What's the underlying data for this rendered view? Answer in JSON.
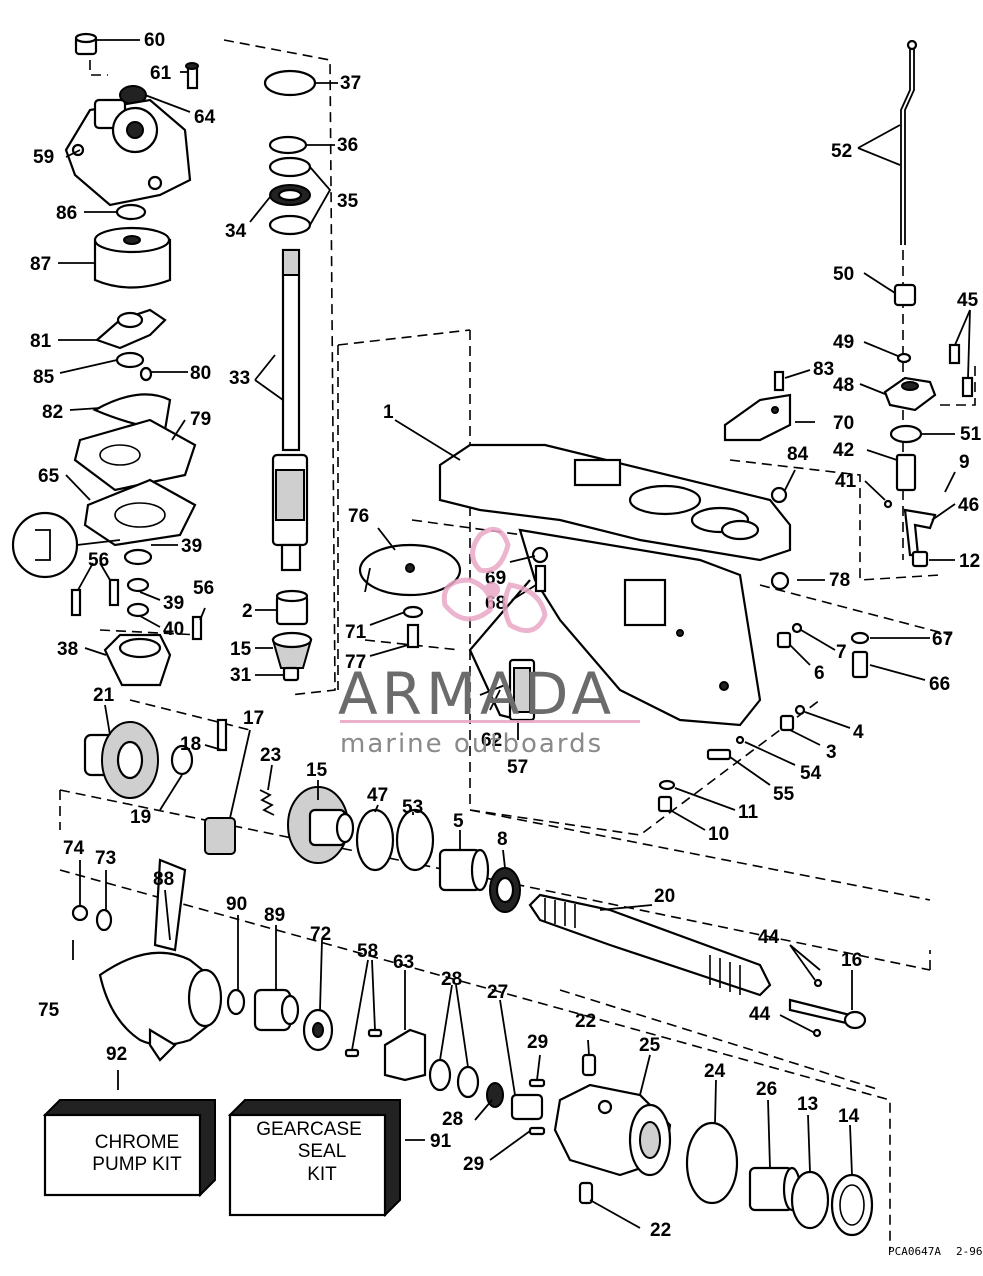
{
  "labels": {
    "l1": "1",
    "l2": "2",
    "l3": "3",
    "l4": "4",
    "l5": "5",
    "l6": "6",
    "l7": "7",
    "l8": "8",
    "l9": "9",
    "l10": "10",
    "l11": "11",
    "l12": "12",
    "l13": "13",
    "l14": "14",
    "l15a": "15",
    "l15b": "15",
    "l16": "16",
    "l17": "17",
    "l18": "18",
    "l19": "19",
    "l20": "20",
    "l21": "21",
    "l22a": "22",
    "l22b": "22",
    "l23": "23",
    "l24": "24",
    "l25": "25",
    "l26": "26",
    "l27": "27",
    "l28a": "28",
    "l28b": "28",
    "l29a": "29",
    "l29b": "29",
    "l31": "31",
    "l33": "33",
    "l34": "34",
    "l35": "35",
    "l36": "36",
    "l37": "37",
    "l38": "38",
    "l39a": "39",
    "l39b": "39",
    "l40": "40",
    "l41": "41",
    "l42": "42",
    "l44a": "44",
    "l44b": "44",
    "l45": "45",
    "l46": "46",
    "l47": "47",
    "l48": "48",
    "l49": "49",
    "l50": "50",
    "l51": "51",
    "l52": "52",
    "l53": "53",
    "l54": "54",
    "l55": "55",
    "l56a": "56",
    "l56b": "56",
    "l57": "57",
    "l58": "58",
    "l59": "59",
    "l60": "60",
    "l61": "61",
    "l62": "62",
    "l63": "63",
    "l64": "64",
    "l65": "65",
    "l66": "66",
    "l67": "67",
    "l68": "68",
    "l69": "69",
    "l70": "70",
    "l71": "71",
    "l72": "72",
    "l73": "73",
    "l74": "74",
    "l75": "75",
    "l76": "76",
    "l77": "77",
    "l78": "78",
    "l79": "79",
    "l80": "80",
    "l81": "81",
    "l82": "82",
    "l83": "83",
    "l84": "84",
    "l85": "85",
    "l86": "86",
    "l87": "87",
    "l88": "88",
    "l89": "89",
    "l90": "90",
    "l91": "91",
    "l92": "92"
  },
  "kits": {
    "chrome_pump_line1": "CHROME",
    "chrome_pump_line2": "PUMP KIT",
    "gearcase_seal_line1": "GEARCASE",
    "gearcase_seal_line2": "SEAL",
    "gearcase_seal_line3": "KIT"
  },
  "watermark": {
    "brand": "ARMADA",
    "tagline": "marine outboards",
    "brand_color": "#e9a7c6"
  },
  "footer": {
    "drawing_code": "PCA0647A",
    "revision": "2-96"
  }
}
